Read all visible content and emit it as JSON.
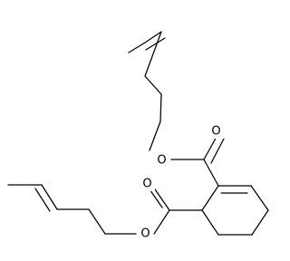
{
  "figure": {
    "atom_labels": {
      "o1": "O",
      "o2": "O",
      "o3": "O",
      "o4": "O"
    }
  }
}
